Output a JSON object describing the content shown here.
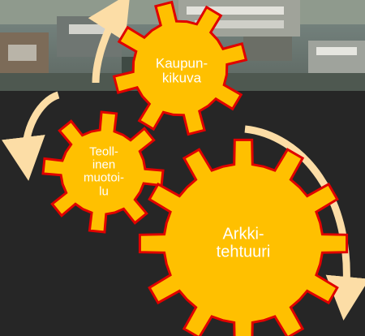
{
  "gears": [
    {
      "id": "kaupunkikuva",
      "label": "Kaupun-\nkikuva"
    },
    {
      "id": "teollinen-muotoilu",
      "label": "Teoll-\ninen\nmuotoi-\nlu"
    },
    {
      "id": "arkkitehtuuri",
      "label": "Arkki-\ntehtuuri"
    }
  ],
  "colors": {
    "gear_fill": "#FFC000",
    "gear_stroke": "#E00000",
    "arrow": "#FCDDA6",
    "background": "#262626",
    "label": "#FFFFFF"
  },
  "icons": [
    "cycle-arrow-icon"
  ]
}
